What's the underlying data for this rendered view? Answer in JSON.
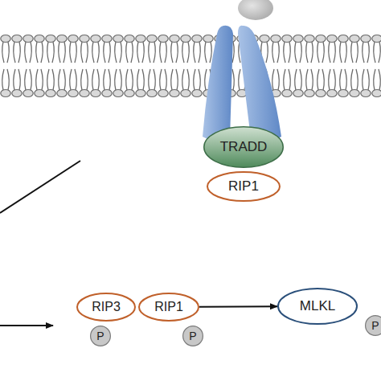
{
  "diagram": {
    "nodes": [
      {
        "text": [
          "TRADD"
        ]
      },
      {
        "text": [
          "RIP1"
        ]
      },
      {
        "text": [
          "RIP3"
        ]
      },
      {
        "text": [
          "P"
        ]
      },
      {
        "text": [
          "RIP1"
        ]
      },
      {
        "text": [
          "P"
        ]
      },
      {
        "text": [
          "MLKL"
        ]
      },
      {
        "text": [
          "P"
        ]
      }
    ],
    "edges": [
      {
        "from": 4,
        "to": 6,
        "arrow": "to"
      }
    ]
  }
}
